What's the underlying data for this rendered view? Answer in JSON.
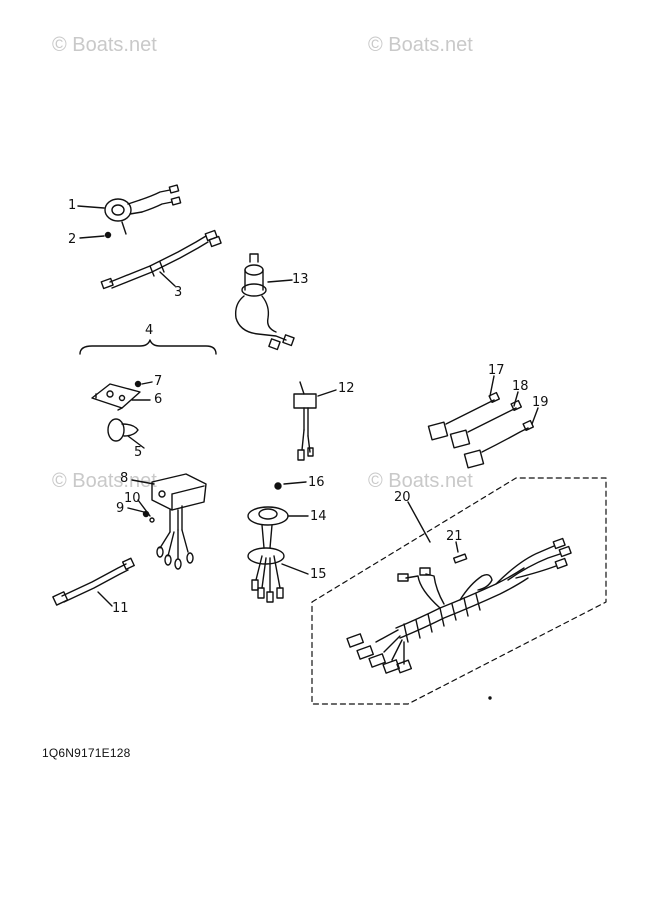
{
  "watermarks": [
    "© Boats.net",
    "© Boats.net",
    "© Boats.net",
    "© Boats.net"
  ],
  "callouts": [
    "1",
    "2",
    "3",
    "4",
    "5",
    "6",
    "7",
    "8",
    "9",
    "10",
    "11",
    "12",
    "13",
    "14",
    "15",
    "16",
    "17",
    "18",
    "19",
    "20",
    "21"
  ],
  "diagram_code": "1Q6N9171E128",
  "colors": {
    "ink": "#111111",
    "watermark": "#c9c9c9",
    "background": "#ffffff"
  }
}
